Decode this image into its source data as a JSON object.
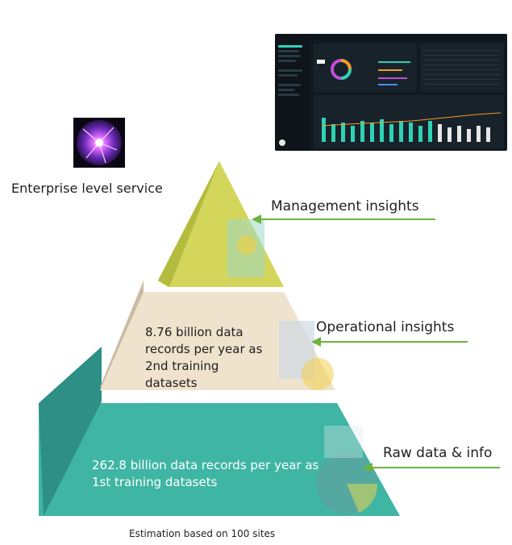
{
  "brand_icon": "plasma-ball-icon",
  "enterprise_label": "Enterprise level service",
  "layers": [
    {
      "id": "top",
      "arrow_label": "Management insights",
      "text": "",
      "color": "#d3d65a"
    },
    {
      "id": "middle",
      "arrow_label": "Operational insights",
      "text": "8.76 billion data records per year as 2nd training datasets",
      "color": "#efe3cd"
    },
    {
      "id": "bottom",
      "arrow_label": "Raw data & info",
      "text": "262.8 billion data records per year as 1st training datasets",
      "color": "#2fa99a"
    }
  ],
  "footnote": "Estimation based on 100 sites",
  "colors": {
    "arrow": "#6db33f",
    "dashboard_bg": "#121a21",
    "dashboard_accent": "#2fd1b5"
  }
}
